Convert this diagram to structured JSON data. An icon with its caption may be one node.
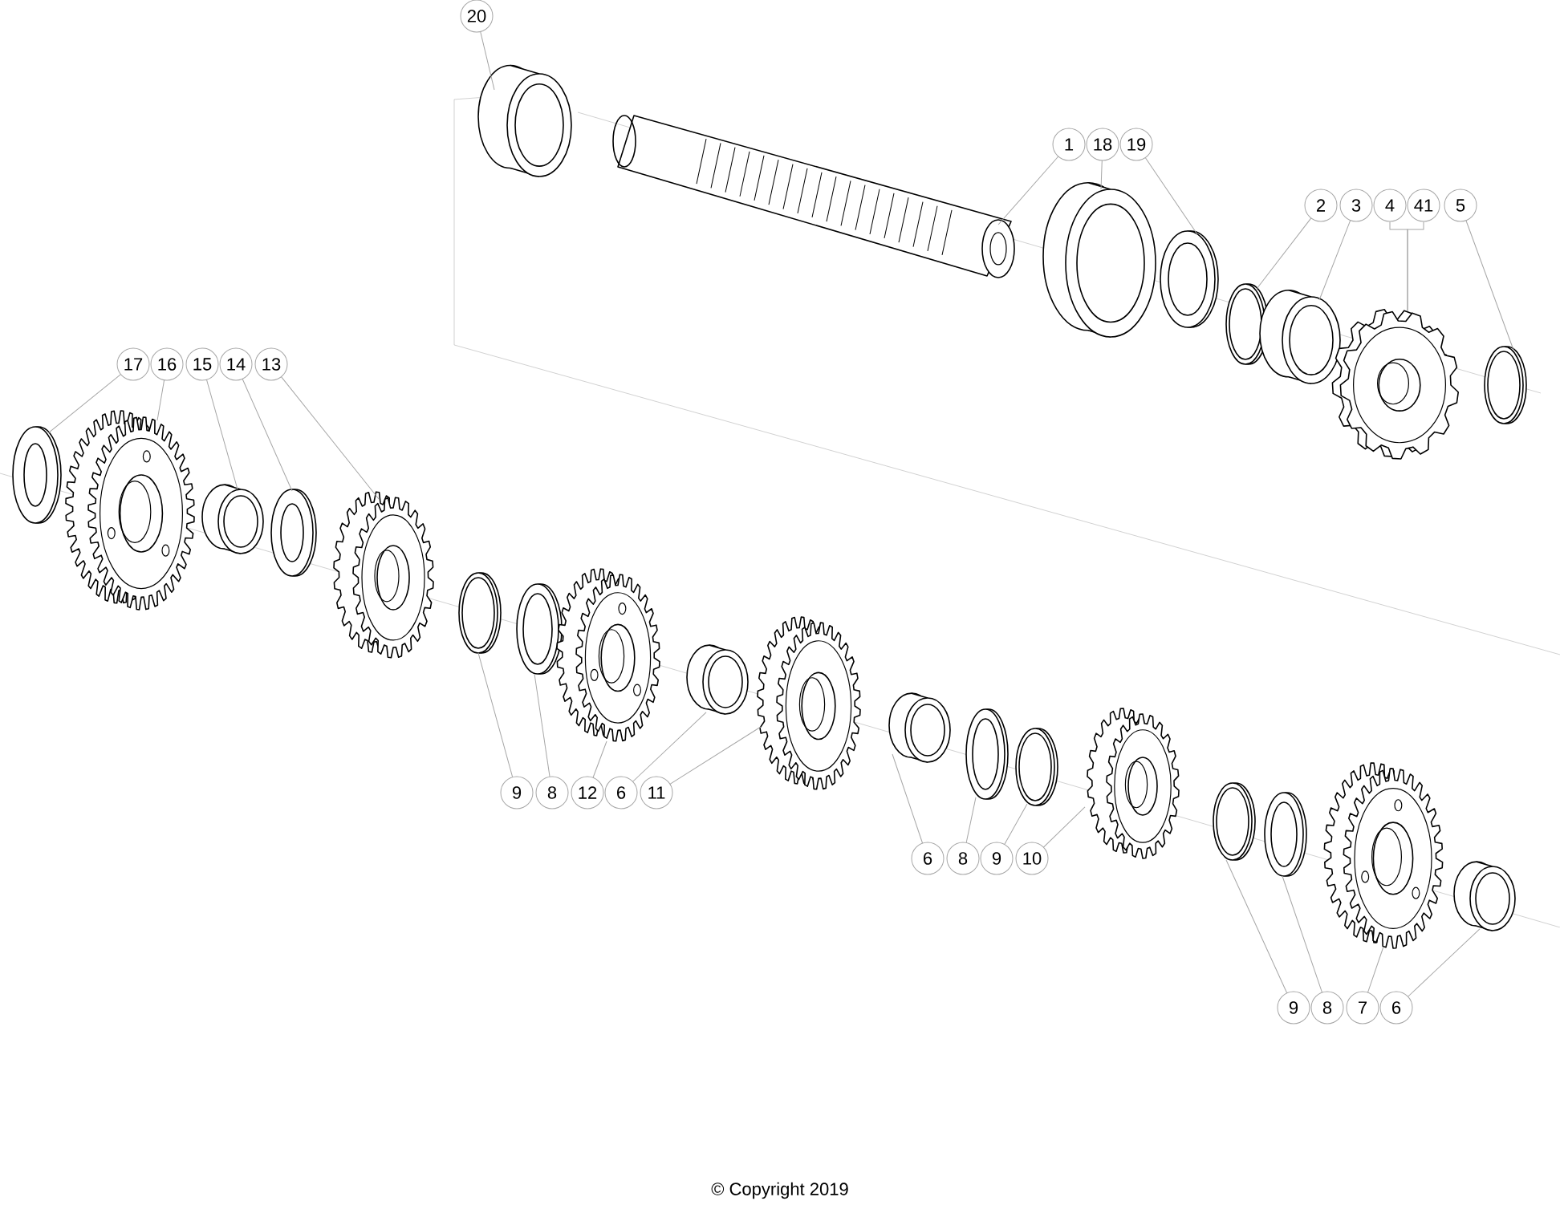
{
  "diagram": {
    "nodes": [
      {
        "text": [
          "20"
        ]
      },
      {
        "text": [
          "1"
        ]
      },
      {
        "text": [
          "18"
        ]
      },
      {
        "text": [
          "19"
        ]
      },
      {
        "text": [
          "2"
        ]
      },
      {
        "text": [
          "3"
        ]
      },
      {
        "text": [
          "4"
        ]
      },
      {
        "text": [
          "41"
        ]
      },
      {
        "text": [
          "5"
        ]
      },
      {
        "text": [
          "17"
        ]
      },
      {
        "text": [
          "16"
        ]
      },
      {
        "text": [
          "15"
        ]
      },
      {
        "text": [
          "14"
        ]
      },
      {
        "text": [
          "13"
        ]
      },
      {
        "text": [
          "9"
        ]
      },
      {
        "text": [
          "8"
        ]
      },
      {
        "text": [
          "12"
        ]
      },
      {
        "text": [
          "6"
        ]
      },
      {
        "text": [
          "11"
        ]
      },
      {
        "text": [
          "6"
        ]
      },
      {
        "text": [
          "8"
        ]
      },
      {
        "text": [
          "9"
        ]
      },
      {
        "text": [
          "10"
        ]
      },
      {
        "text": [
          "9"
        ]
      },
      {
        "text": [
          "8"
        ]
      },
      {
        "text": [
          "7"
        ]
      },
      {
        "text": [
          "6"
        ]
      },
      {
        "text": [],
        "shape": "picture"
      },
      {
        "text": [],
        "shape": "picture"
      },
      {
        "text": [],
        "shape": "picture"
      },
      {
        "text": [],
        "shape": "picture"
      },
      {
        "text": [],
        "shape": "picture"
      },
      {
        "text": [],
        "shape": "picture"
      },
      {
        "text": [],
        "shape": "picture"
      },
      {
        "text": [],
        "shape": "picture"
      },
      {
        "text": [],
        "shape": "picture"
      },
      {
        "text": [],
        "shape": "picture"
      },
      {
        "text": [],
        "shape": "picture"
      },
      {
        "text": [],
        "shape": "picture"
      },
      {
        "text": [],
        "shape": "picture"
      },
      {
        "text": [],
        "shape": "picture"
      },
      {
        "text": [],
        "shape": "picture"
      },
      {
        "text": [],
        "shape": "picture"
      },
      {
        "text": [],
        "shape": "picture"
      },
      {
        "text": [],
        "shape": "picture"
      },
      {
        "text": [],
        "shape": "picture"
      },
      {
        "text": [],
        "shape": "picture"
      },
      {
        "text": [],
        "shape": "picture"
      },
      {
        "text": [],
        "shape": "picture"
      },
      {
        "text": [],
        "shape": "picture"
      },
      {
        "text": [],
        "shape": "picture"
      },
      {
        "text": [],
        "shape": "picture"
      },
      {
        "text": [],
        "shape": "picture"
      }
    ],
    "edges": [
      {
        "from": 0,
        "to": 27,
        "arrow": "none"
      },
      {
        "from": 1,
        "to": 28,
        "arrow": "none"
      },
      {
        "from": 2,
        "to": 29,
        "arrow": "none"
      },
      {
        "from": 3,
        "to": 30,
        "arrow": "none"
      },
      {
        "from": 4,
        "to": 31,
        "arrow": "none"
      },
      {
        "from": 5,
        "to": 32,
        "arrow": "none"
      },
      {
        "from": 6,
        "to": 33,
        "arrow": "none"
      },
      {
        "from": 7,
        "to": 33,
        "arrow": "none"
      },
      {
        "from": 8,
        "to": 34,
        "arrow": "none"
      },
      {
        "from": 9,
        "to": 35,
        "arrow": "none"
      },
      {
        "from": 10,
        "to": 36,
        "arrow": "none"
      },
      {
        "from": 11,
        "to": 37,
        "arrow": "none"
      },
      {
        "from": 12,
        "to": 38,
        "arrow": "none"
      },
      {
        "from": 13,
        "to": 39,
        "arrow": "none"
      },
      {
        "from": 14,
        "to": 40,
        "arrow": "none"
      },
      {
        "from": 15,
        "to": 41,
        "arrow": "none"
      },
      {
        "from": 16,
        "to": 42,
        "arrow": "none"
      },
      {
        "from": 17,
        "to": 43,
        "arrow": "none"
      },
      {
        "from": 18,
        "to": 44,
        "arrow": "none"
      },
      {
        "from": 19,
        "to": 45,
        "arrow": "none"
      },
      {
        "from": 20,
        "to": 46,
        "arrow": "none"
      },
      {
        "from": 21,
        "to": 47,
        "arrow": "none"
      },
      {
        "from": 22,
        "to": 48,
        "arrow": "none"
      },
      {
        "from": 23,
        "to": 49,
        "arrow": "none"
      },
      {
        "from": 24,
        "to": 50,
        "arrow": "none"
      },
      {
        "from": 25,
        "to": 51,
        "arrow": "none"
      },
      {
        "from": 26,
        "to": 52,
        "arrow": "none"
      }
    ],
    "labels": [
      "© Copyright 2019"
    ]
  }
}
